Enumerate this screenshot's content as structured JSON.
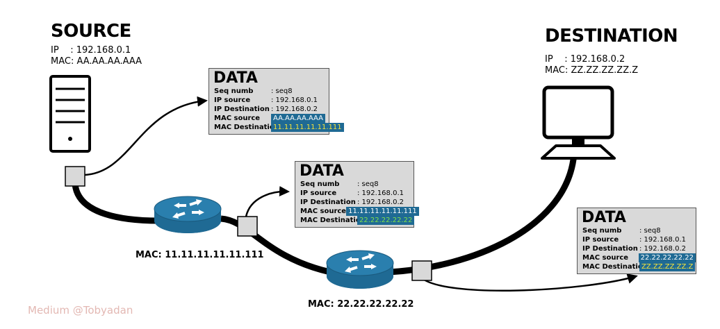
{
  "source": {
    "title": "SOURCE",
    "ip_line": "IP    : 192.168.0.1",
    "mac_line": "MAC: AA.AA.AA.AAA"
  },
  "destination": {
    "title": "DESTINATION",
    "ip_line": "IP    : 192.168.0.2",
    "mac_line": "MAC: ZZ.ZZ.ZZ.ZZ.Z"
  },
  "routers": [
    {
      "mac_label": "MAC: 11.11.11.11.11.111"
    },
    {
      "mac_label": "MAC: 22.22.22.22.22"
    }
  ],
  "packets": [
    {
      "title": "DATA",
      "rows": [
        {
          "key": "Seq numb",
          "value": ": seq8"
        },
        {
          "key": "IP source",
          "value": ": 192.168.0.1"
        },
        {
          "key": "IP Destination",
          "value": ": 192.168.0.2"
        },
        {
          "key": "MAC source",
          "value": "AA.AA.AA.AAA"
        },
        {
          "key": "MAC Destination",
          "value": "11.11.11.11.11.111"
        }
      ]
    },
    {
      "title": "DATA",
      "rows": [
        {
          "key": "Seq numb",
          "value": ": seq8"
        },
        {
          "key": "IP source",
          "value": ": 192.168.0.1"
        },
        {
          "key": "IP Destination",
          "value": ": 192.168.0.2"
        },
        {
          "key": "MAC source",
          "value": "11.11.11.11.11.111"
        },
        {
          "key": "MAC Destination",
          "value": "22.22.22.22.22"
        }
      ]
    },
    {
      "title": "DATA",
      "rows": [
        {
          "key": "Seq numb",
          "value": ": seq8"
        },
        {
          "key": "IP source",
          "value": ": 192.168.0.1"
        },
        {
          "key": "IP Destination",
          "value": ": 192.168.0.2"
        },
        {
          "key": "MAC source",
          "value": "22.22.22.22.22"
        },
        {
          "key": "MAC Destination",
          "value": "ZZ.ZZ.ZZ.ZZ.Z"
        }
      ]
    }
  ],
  "watermark": "Medium @Tobyadan",
  "colors": {
    "router": "#1f6a94",
    "highlight_bg": "#1f6a94",
    "highlight_yellow": "#f4e23a",
    "highlight_green": "#7fe04a",
    "box_bg": "#d9d9d9"
  }
}
